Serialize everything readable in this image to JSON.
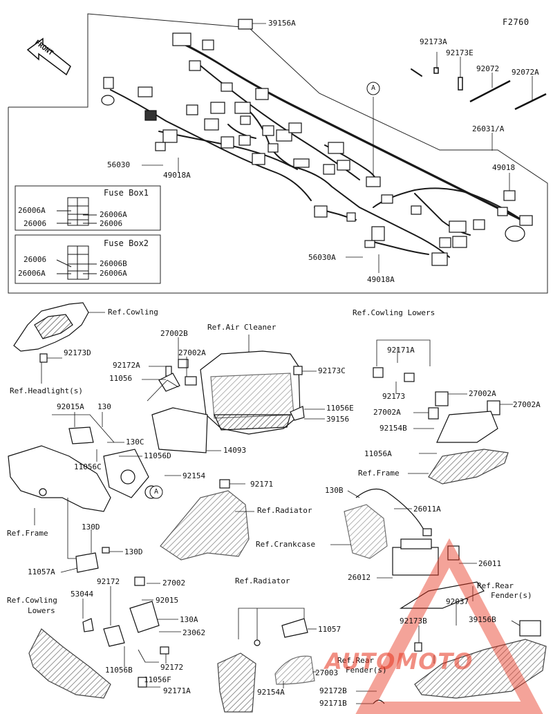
{
  "diagram_code": "F2760",
  "front_label": "FRONT",
  "callout": "A",
  "fuse_box_1": {
    "title": "Fuse Box1",
    "l1": "26006A",
    "r1": "26006A",
    "l2": "26006",
    "r2": "26006"
  },
  "fuse_box_2": {
    "title": "Fuse Box2",
    "l1": "26006",
    "r1": "26006B",
    "l2": "26006A",
    "r2": "26006A"
  },
  "top_parts": {
    "p39156A": "39156A",
    "p92173A": "92173A",
    "p92173E": "92173E",
    "p92072": "92072",
    "p92072A": "92072A",
    "p26031A": "26031/A",
    "p49018": "49018",
    "p56030": "56030",
    "p49018A": "49018A",
    "p56030A": "56030A",
    "p49018A_2": "49018A"
  },
  "refs": {
    "cowling": "Ref.Cowling",
    "headlights": "Ref.Headlight(s)",
    "air_cleaner": "Ref.Air Cleaner",
    "cowling_lowers": "Ref.Cowling Lowers",
    "frame_left": "Ref.Frame",
    "frame_right": "Ref.Frame",
    "radiator_mid": "Ref.Radiator",
    "crankcase": "Ref.Crankcase",
    "rear_fender_1": "Ref.Rear",
    "rear_fender_1b": "Fender(s)",
    "cowling_lowers_l1": "Ref.Cowling",
    "cowling_lowers_l2": "Lowers",
    "radiator_bottom": "Ref.Radiator",
    "rear_fender_2": "Ref.Rear",
    "rear_fender_2b": "Fender(s)"
  },
  "parts": {
    "p92173D": "92173D",
    "p27002B": "27002B",
    "p92172A": "92172A",
    "p27002A_a": "27002A",
    "p11056": "11056",
    "p92173C": "92173C",
    "p11056E": "11056E",
    "p39156": "39156",
    "p14093": "14093",
    "p92015A": "92015A",
    "p130": "130",
    "p130C": "130C",
    "p11056C": "11056C",
    "p11056D": "11056D",
    "p92154": "92154",
    "p92171": "92171",
    "p130D_a": "130D",
    "p130D_b": "130D",
    "p11057A": "11057A",
    "p92171A_a": "92171A",
    "p92173": "92173",
    "p27002A_b": "27002A",
    "p27002A_c": "27002A",
    "p27002A_d": "27002A",
    "p92154B": "92154B",
    "p11056A": "11056A",
    "p130B": "130B",
    "p26011A": "26011A",
    "p26011": "26011",
    "p26012": "26012",
    "p92037": "92037",
    "p92173B": "92173B",
    "p39156B": "39156B",
    "p92172": "92172",
    "p53044": "53044",
    "p27002": "27002",
    "p92015": "92015",
    "p130A": "130A",
    "p23062": "23062",
    "p11056B": "11056B",
    "p92172_b": "92172",
    "p11056F": "11056F",
    "p92171A_b": "92171A",
    "p11057": "11057",
    "p27003": "27003",
    "p92154A": "92154A",
    "p92172B": "92172B",
    "p92171B": "92171B"
  },
  "watermark": "AUTOMOTO",
  "colors": {
    "line": "#1a1a1a",
    "watermark": "#e7331d"
  }
}
